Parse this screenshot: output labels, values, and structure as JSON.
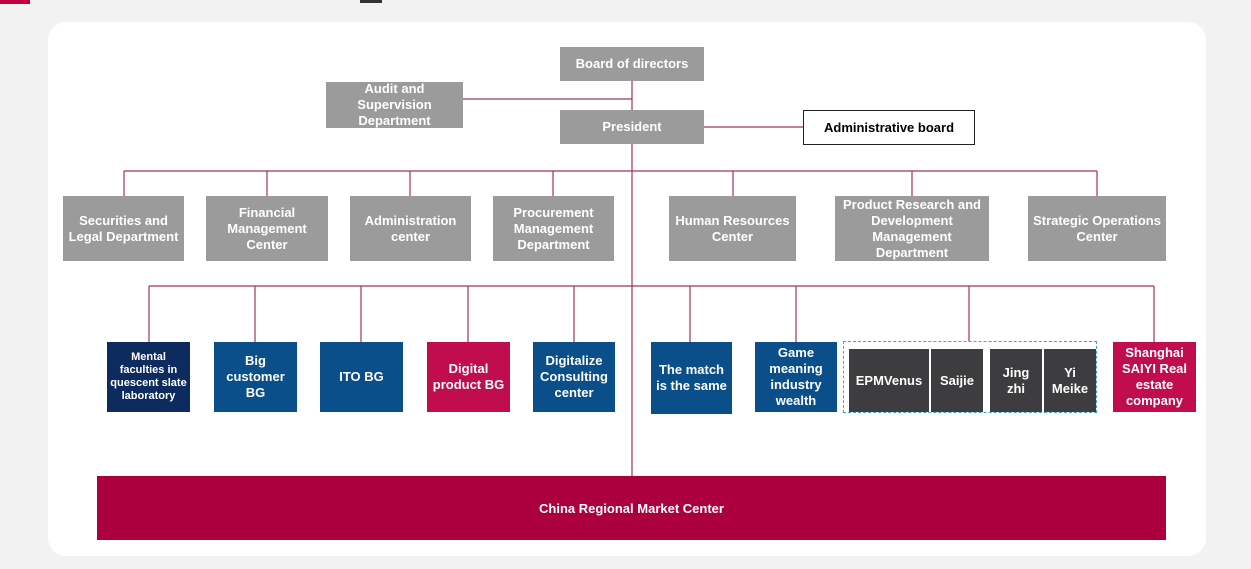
{
  "top": {
    "board": "Board of directors",
    "audit": "Audit and Supervision Department",
    "president": "President",
    "admin_board": "Administrative board"
  },
  "departments": [
    "Securities and Legal Department",
    "Financial Management Center",
    "Administration center",
    "Procurement Management Department",
    "Human Resources Center",
    "Product Research and Development Management Department",
    "Strategic Operations Center"
  ],
  "business_units": [
    "Mental faculties in quescent slate laboratory",
    "Big customer BG",
    "ITO  BG",
    "Digital product BG",
    "Digitalize Consulting center",
    "The match is the same",
    "Game meaning industry wealth",
    "EPMVenus",
    "Saijie",
    "Jing zhi",
    "Yi Meike",
    "Shanghai SAIYI Real estate company"
  ],
  "bottom": {
    "market_center": "China Regional Market Center"
  },
  "colors": {
    "line": "#a0335e",
    "gray": "#9b9b9b",
    "navy": "#0d2b5e",
    "blue": "#0a4f8a",
    "crimson": "#c10c4e",
    "dark": "#3d3d3f",
    "banner": "#ac003c"
  }
}
